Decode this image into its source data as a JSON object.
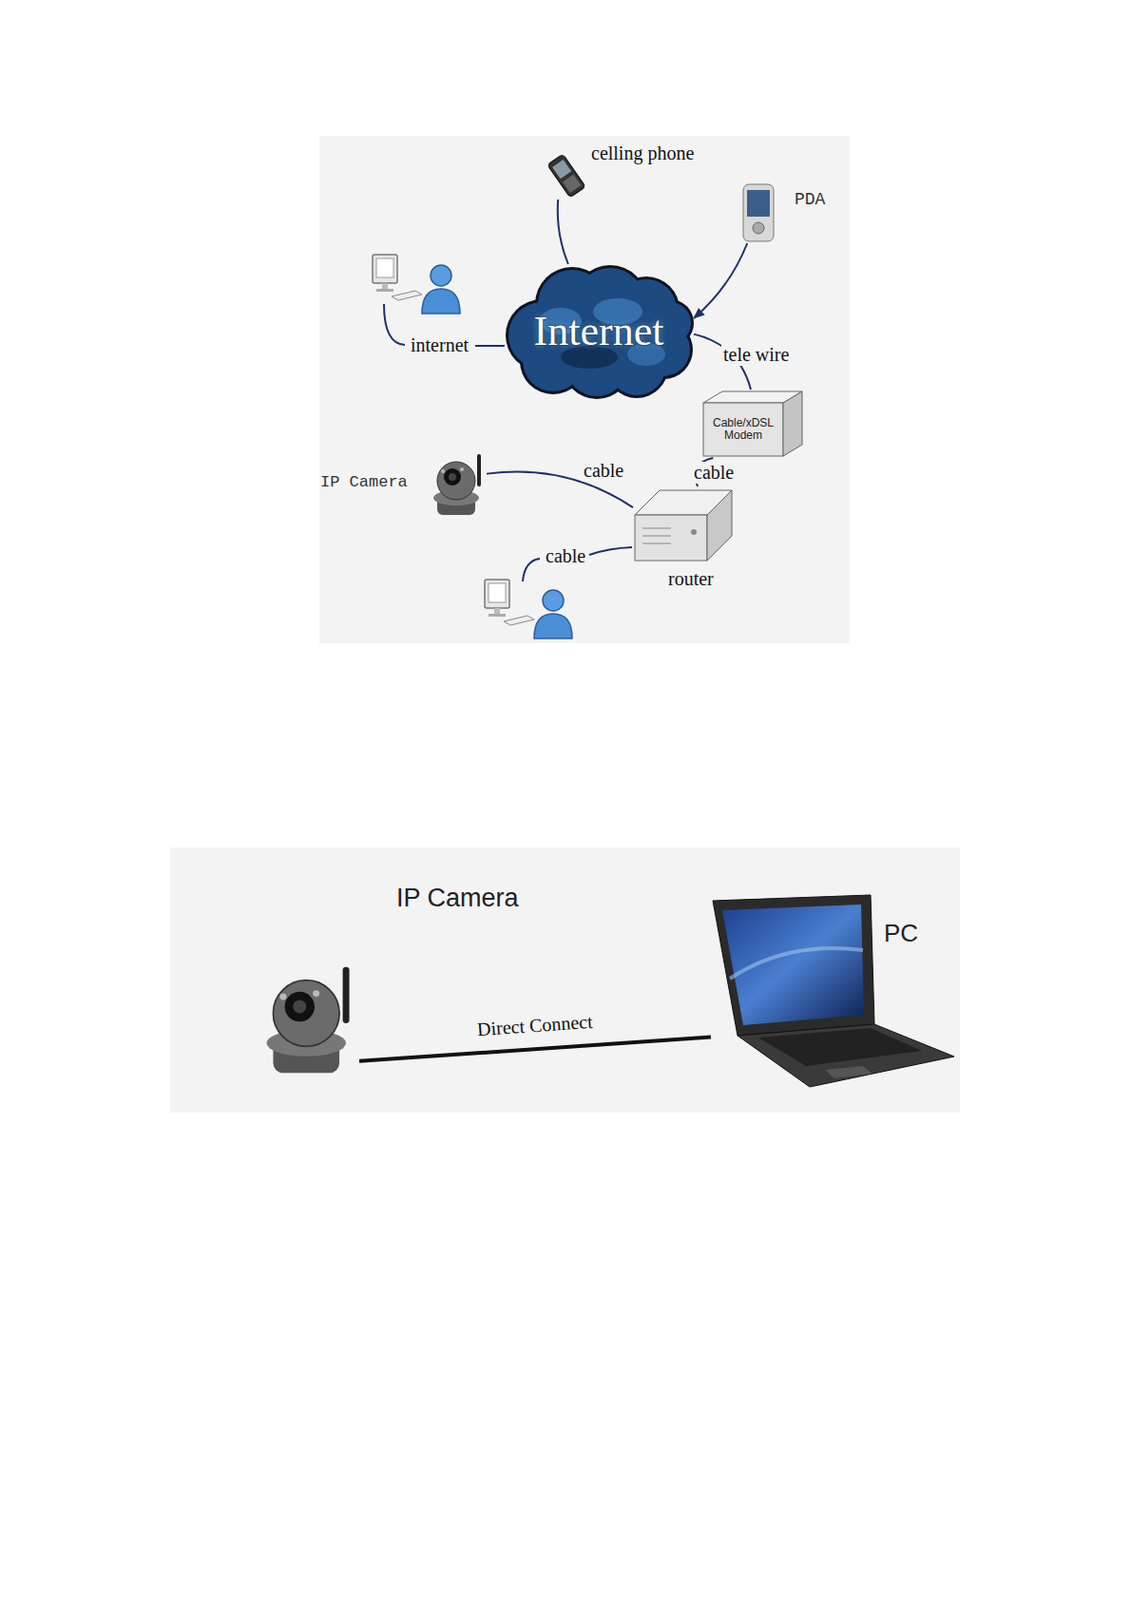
{
  "diagram": {
    "nodes": [
      {
        "text": [
          "celling phone"
        ]
      },
      {
        "text": [
          "PDA"
        ]
      },
      {
        "text": [
          "Internet"
        ]
      },
      {
        "text": [
          "Cable/xDSL Modem"
        ]
      },
      {
        "text": [
          "IP Camera"
        ]
      },
      {
        "text": [
          "router"
        ]
      },
      {
        "text": [
          "IP Camera"
        ]
      },
      {
        "text": [
          "PC"
        ]
      }
    ],
    "edges": [
      {
        "from": 0,
        "to": 2,
        "arrow": "none"
      },
      {
        "from": 1,
        "to": 2,
        "arrow": "to"
      },
      {
        "from": 2,
        "to": 3,
        "label": "tele wire",
        "arrow": "none"
      },
      {
        "from": 3,
        "to": 5,
        "label": "cable",
        "arrow": "none"
      },
      {
        "from": 4,
        "to": 5,
        "label": "cable",
        "arrow": "none"
      },
      {
        "from": 6,
        "to": 7,
        "label": "Direct Connect",
        "arrow": "none"
      }
    ],
    "labels": [
      "internet",
      "cable"
    ]
  }
}
